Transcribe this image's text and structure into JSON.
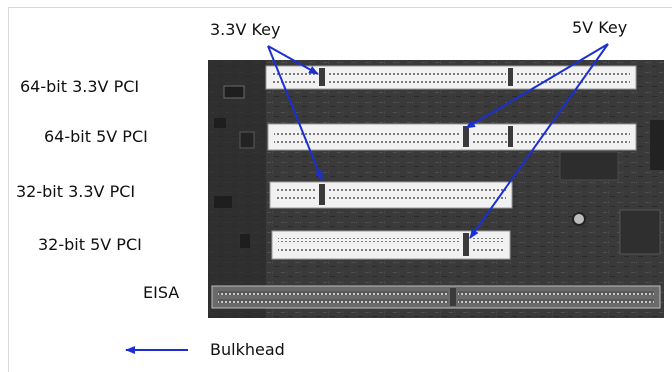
{
  "callouts": {
    "key_33v": "3.3V Key",
    "key_5v": "5V Key"
  },
  "slot_labels": [
    "64-bit 3.3V PCI",
    "64-bit 5V PCI",
    "32-bit 3.3V PCI",
    "32-bit 5V PCI",
    "EISA"
  ],
  "legend": {
    "bulkhead": "Bulkhead"
  },
  "colors": {
    "arrow": "#1c2fd3",
    "board": "#3a3a3a",
    "slot": "#f1f1f1"
  }
}
